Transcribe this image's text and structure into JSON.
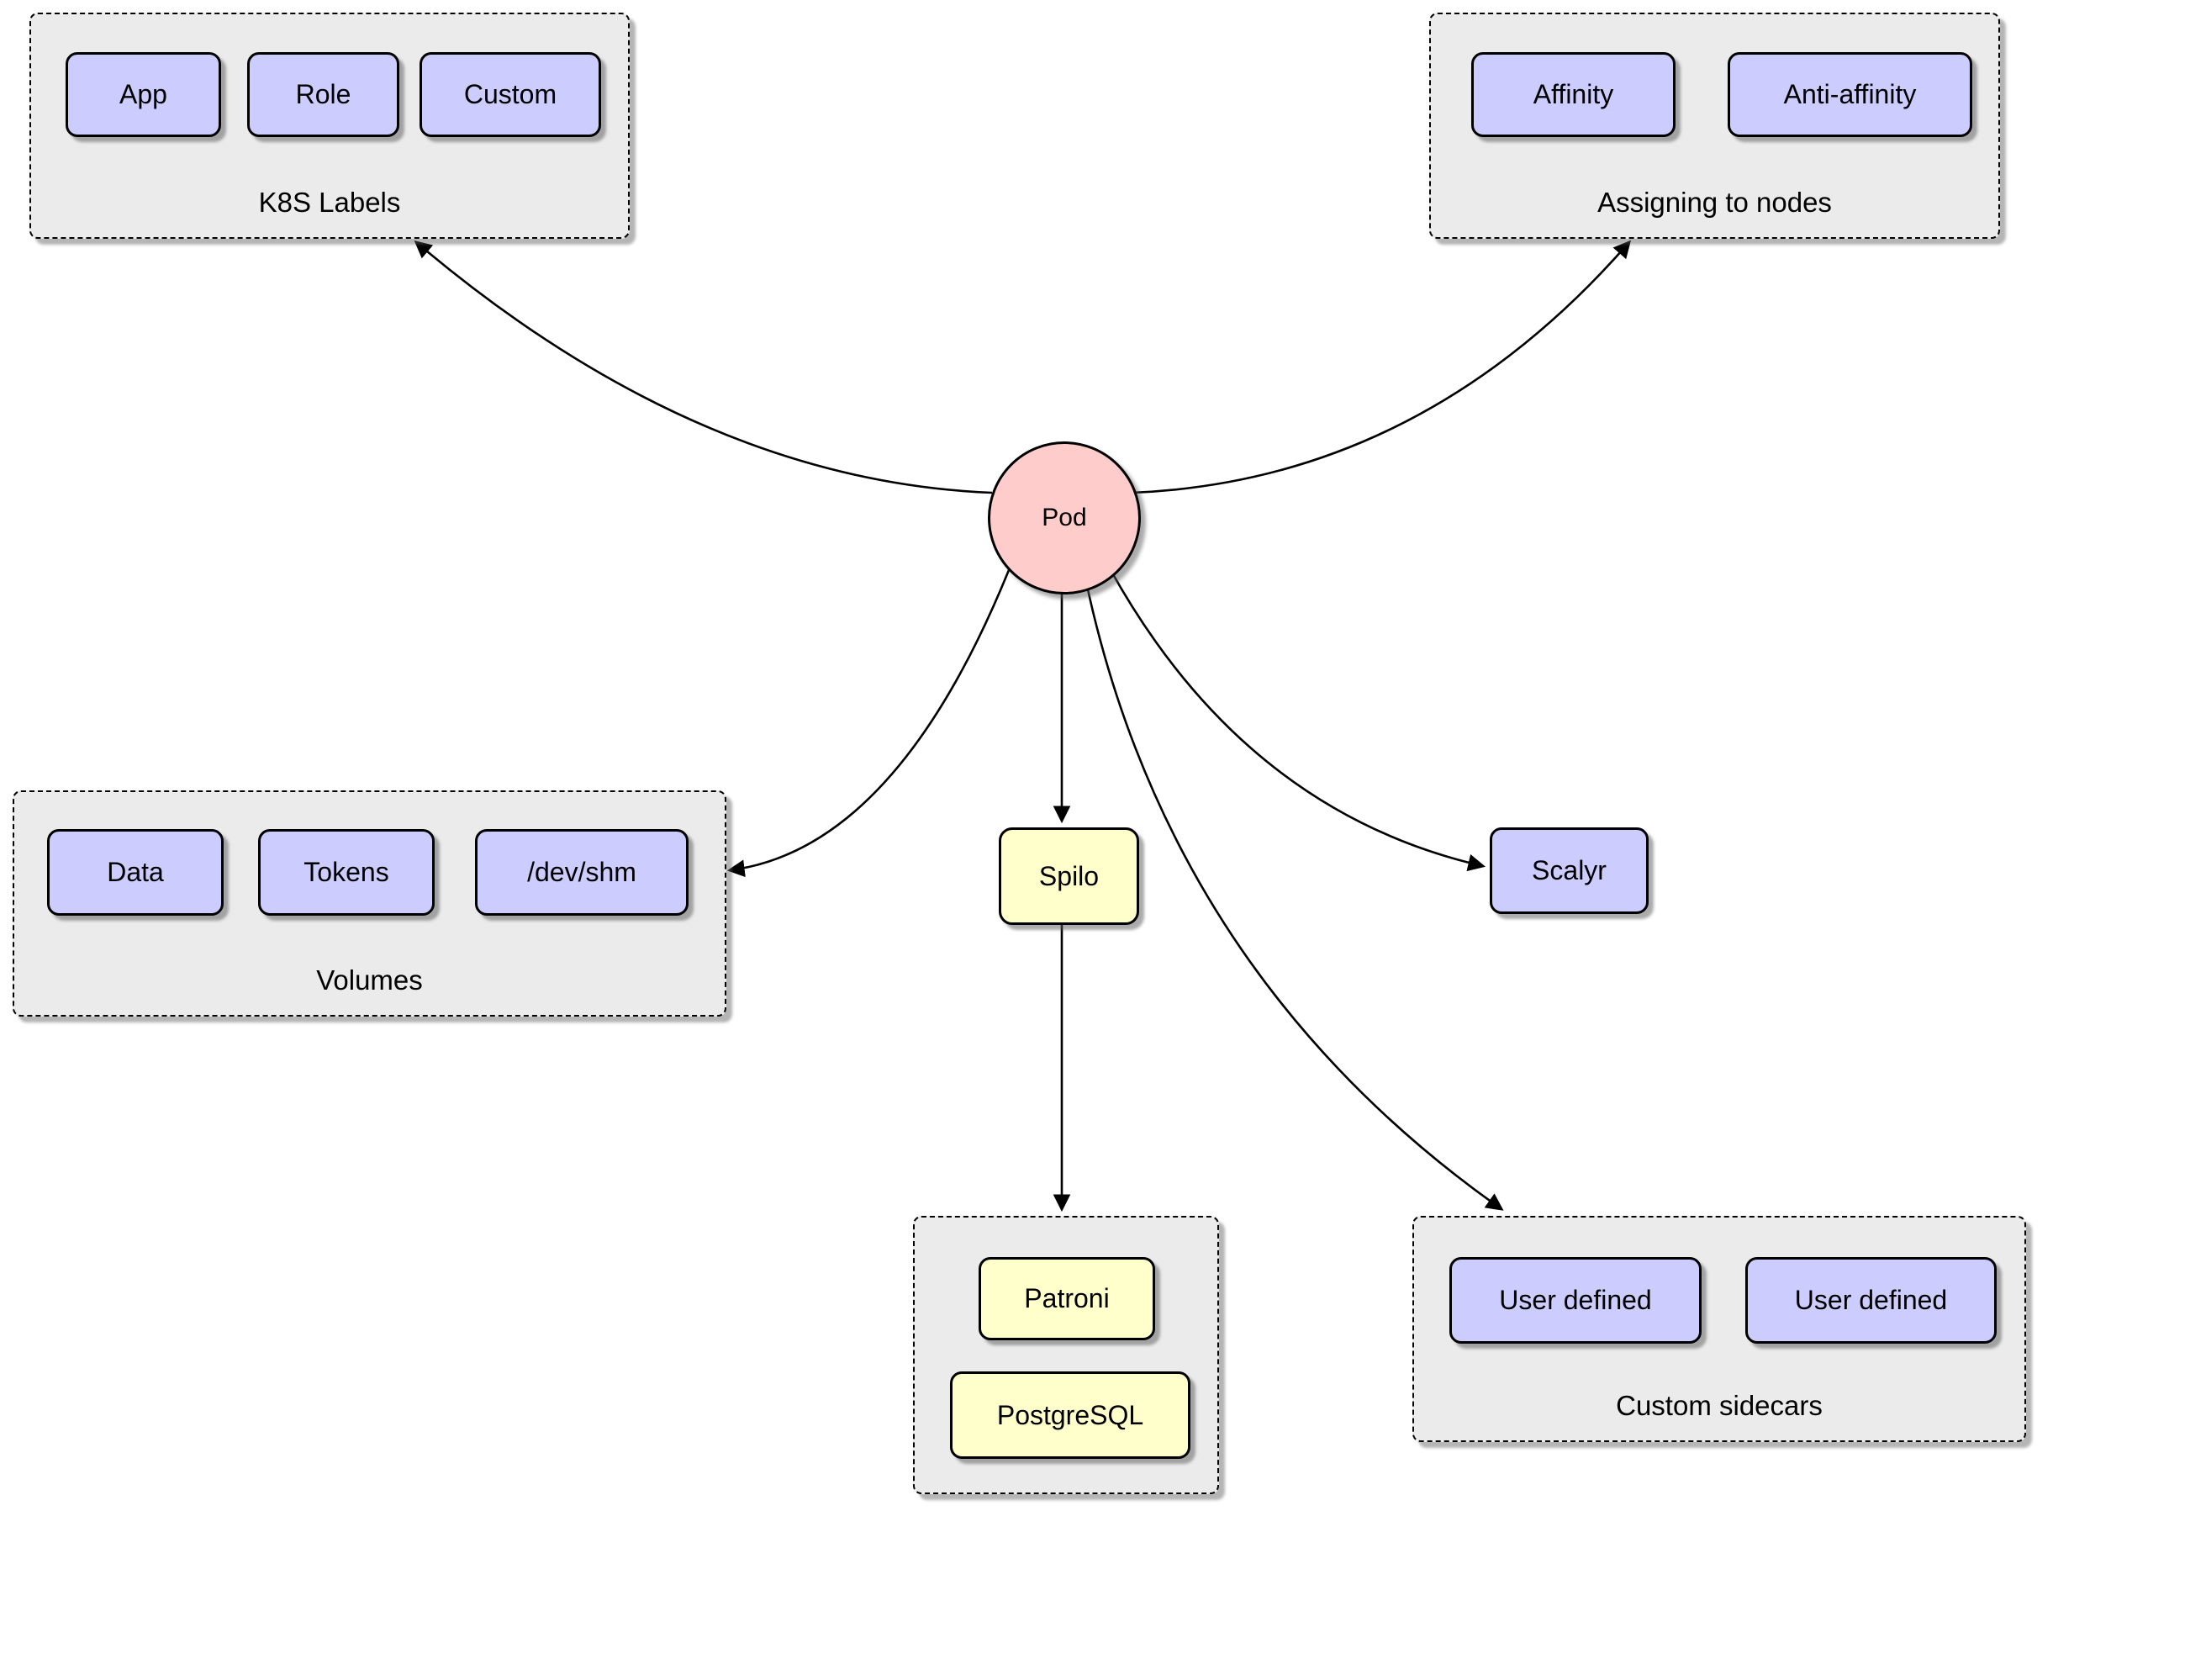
{
  "diagram": {
    "pod": {
      "label": "Pod"
    },
    "groups": {
      "k8s_labels": {
        "label": "K8S Labels",
        "items": [
          "App",
          "Role",
          "Custom"
        ]
      },
      "assigning": {
        "label": "Assigning to nodes",
        "items": [
          "Affinity",
          "Anti-affinity"
        ]
      },
      "volumes": {
        "label": "Volumes",
        "items": [
          "Data",
          "Tokens",
          "/dev/shm"
        ]
      },
      "spilo_group": {
        "label": "",
        "items": [
          "Patroni",
          "PostgreSQL"
        ]
      },
      "custom_sidecars": {
        "label": "Custom sidecars",
        "items": [
          "User defined",
          "User defined"
        ]
      }
    },
    "nodes": {
      "spilo": {
        "label": "Spilo"
      },
      "scalyr": {
        "label": "Scalyr"
      }
    },
    "edges": [
      {
        "from": "Pod",
        "to": "K8S Labels"
      },
      {
        "from": "Pod",
        "to": "Assigning to nodes"
      },
      {
        "from": "Pod",
        "to": "Volumes"
      },
      {
        "from": "Pod",
        "to": "Spilo"
      },
      {
        "from": "Pod",
        "to": "Scalyr"
      },
      {
        "from": "Pod",
        "to": "Custom sidecars"
      },
      {
        "from": "Spilo",
        "to": "Patroni / PostgreSQL"
      }
    ],
    "colors": {
      "purple": "#ccccff",
      "yellow": "#ffffcc",
      "pink": "#ffcccc",
      "group_bg": "#ebebeb"
    }
  }
}
